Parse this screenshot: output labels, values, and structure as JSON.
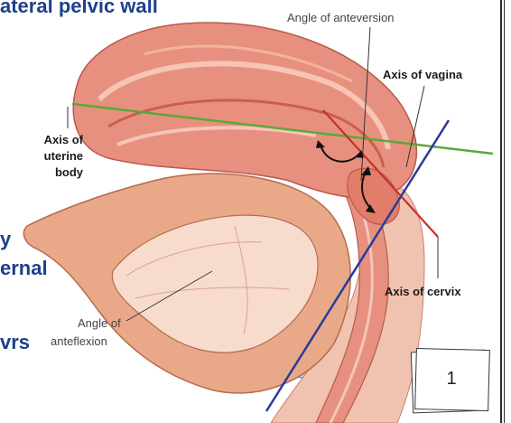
{
  "slide": {
    "heading_fragment": "ateral pelvic wall",
    "left_fragments": [
      "y",
      "ernal",
      "vrs"
    ],
    "page_number": "1"
  },
  "labels": {
    "angle_of_anteversion": "Angle of anteversion",
    "axis_of_vagina": "Axis of vagina",
    "axis_of_uterine_body": [
      "Axis of",
      "uterine",
      "body"
    ],
    "axis_of_cervix": "Axis of cervix",
    "angle_of_anteflexion_line1": "Angle of",
    "angle_of_anteflexion_line2": "anteflexion"
  },
  "colors": {
    "heading": "#1e3f8c",
    "uterus": "#e8907f",
    "uterus_dark": "#c8604f",
    "bladder_wall": "#e9a988",
    "axis_uterine": "#5aa83a",
    "axis_vagina": "#2a3a9a",
    "axis_cervix": "#c8302a",
    "pubic_bone": "#b8d0e0"
  }
}
